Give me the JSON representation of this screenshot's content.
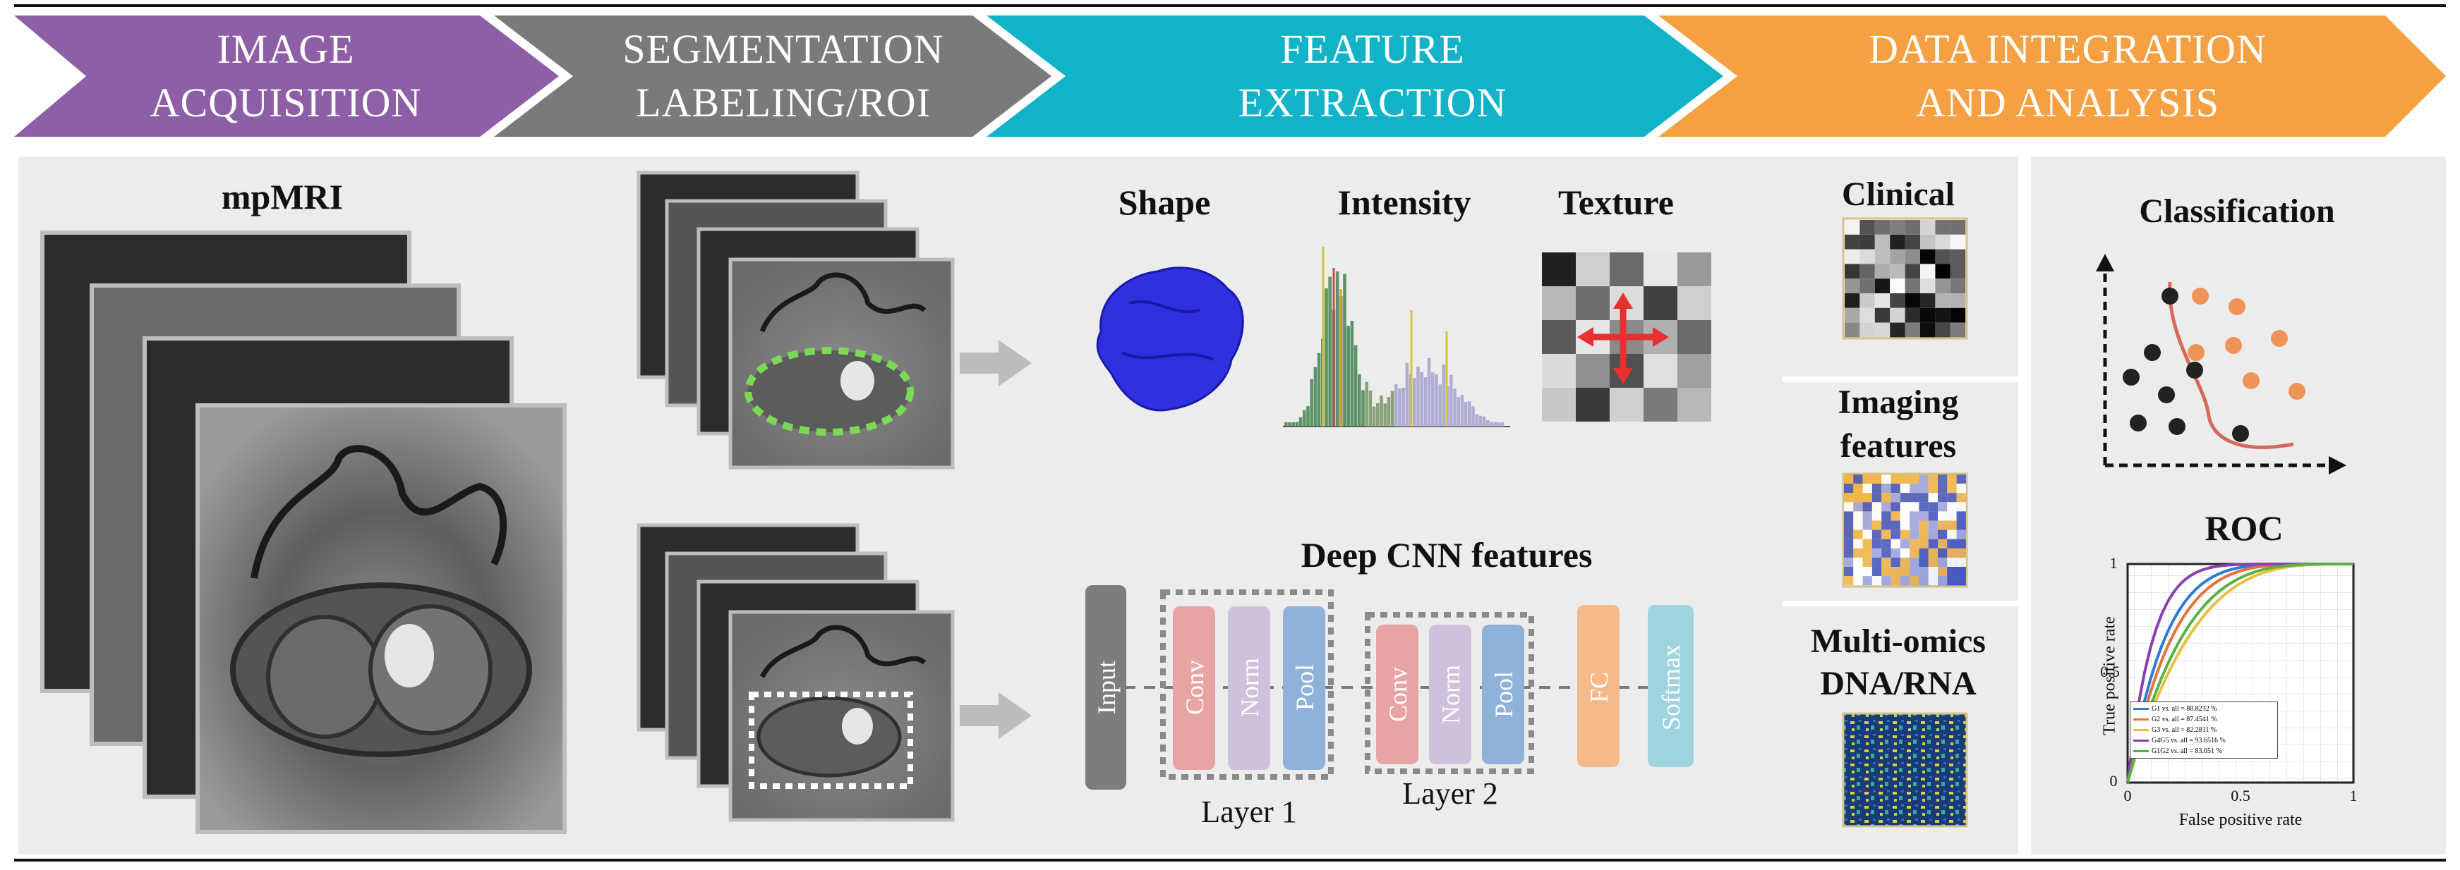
{
  "header": {
    "steps": [
      {
        "line1": "IMAGE",
        "line2": "ACQUISITION",
        "color": "#8e5fa6"
      },
      {
        "line1": "SEGMENTATION",
        "line2": "LABELING/ROI",
        "color": "#7a7a7a"
      },
      {
        "line1": "FEATURE",
        "line2": "EXTRACTION",
        "color": "#12b3c8"
      },
      {
        "line1": "DATA INTEGRATION",
        "line2": "AND ANALYSIS",
        "color": "#f5a043"
      }
    ]
  },
  "acquisition": {
    "title": "mpMRI"
  },
  "features": {
    "shape": "Shape",
    "intensity": "Intensity",
    "texture": "Texture",
    "cnn_title": "Deep CNN features",
    "cnn": {
      "input": "Input",
      "conv1": "Conv",
      "norm1": "Norm",
      "pool1": "Pool",
      "conv2": "Conv",
      "norm2": "Norm",
      "pool2": "Pool",
      "fc": "FC",
      "softmax": "Softmax",
      "layer1": "Layer 1",
      "layer2": "Layer 2"
    }
  },
  "integration": {
    "clinical": "Clinical",
    "imaging_line1": "Imaging",
    "imaging_line2": "features",
    "omics_line1": "Multi-omics",
    "omics_line2": "DNA/RNA"
  },
  "analysis": {
    "classification": "Classification",
    "roc_title": "ROC",
    "roc": {
      "xlabel": "False positive rate",
      "ylabel": "True positive rate",
      "xticks": [
        "0",
        "0.5",
        "1"
      ],
      "yticks": [
        "0",
        "0.5",
        "1"
      ],
      "legend": [
        {
          "label": "G1 vs. all = 88.8232 %",
          "color": "#2e7bd6"
        },
        {
          "label": "G2 vs. all = 87.4541 %",
          "color": "#e2743a"
        },
        {
          "label": "G3 vs. all = 82.2811 %",
          "color": "#e8c040"
        },
        {
          "label": "G4G5 vs. all = 93.6516 %",
          "color": "#8a3fb0"
        },
        {
          "label": "G1G2 vs. all = 83.651 %",
          "color": "#5ab048"
        }
      ]
    }
  },
  "colors": {
    "conv": "#e8a4a4",
    "norm": "#cfc0db",
    "pool": "#8fb2d8",
    "input": "#7d7d7d",
    "fc": "#f5b98a",
    "softmax": "#9fd3dd",
    "mesh": "#3030e0",
    "roi_green": "#7cd957",
    "dots_orange": "#f0935a",
    "dots_black": "#222222"
  }
}
